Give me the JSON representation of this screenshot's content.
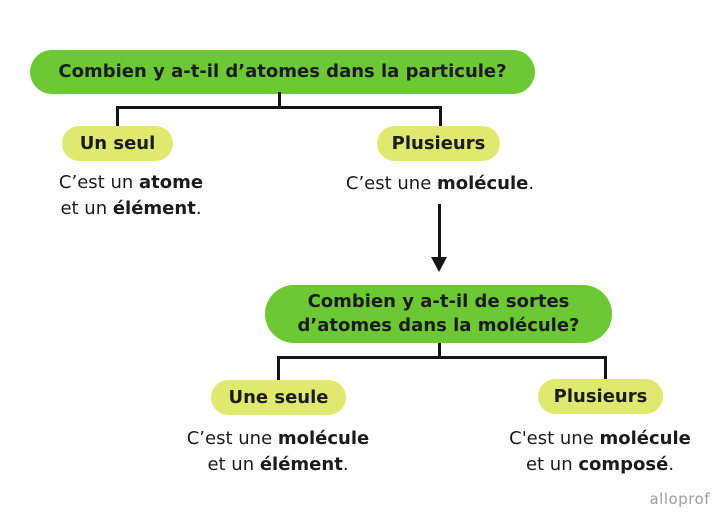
{
  "colors": {
    "question_box_green": "#6CC833",
    "branch_pill_yellow": "#DFE96D",
    "text_dark": "#1C1C1E",
    "connector_black": "#151515",
    "watermark_gray": "#9E9E9E"
  },
  "flowchart": {
    "question1": "Combien y a-t-il d’atomes dans la particule?",
    "q1_left": {
      "label": "Un seul",
      "answer": {
        "l1_pre": "C’est un ",
        "l1_bold": "atome",
        "l2_pre": "et un ",
        "l2_bold": "élément",
        "l2_post": "."
      }
    },
    "q1_right": {
      "label": "Plusieurs",
      "answer": {
        "pre": "C’est une ",
        "bold": "molécule",
        "post": "."
      }
    },
    "question2": {
      "line1": "Combien y a-t-il de sortes",
      "line2": "d’atomes dans la molécule?"
    },
    "q2_left": {
      "label": "Une seule",
      "answer": {
        "l1_pre": "C’est une ",
        "l1_bold": "molécule",
        "l2_pre": "et un ",
        "l2_bold": "élément",
        "l2_post": "."
      }
    },
    "q2_right": {
      "label": "Plusieurs",
      "answer": {
        "l1_pre": "C'est une ",
        "l1_bold": "molécule",
        "l2_pre": "et un ",
        "l2_bold": "composé",
        "l2_post": "."
      }
    }
  },
  "watermark": "alloprof"
}
